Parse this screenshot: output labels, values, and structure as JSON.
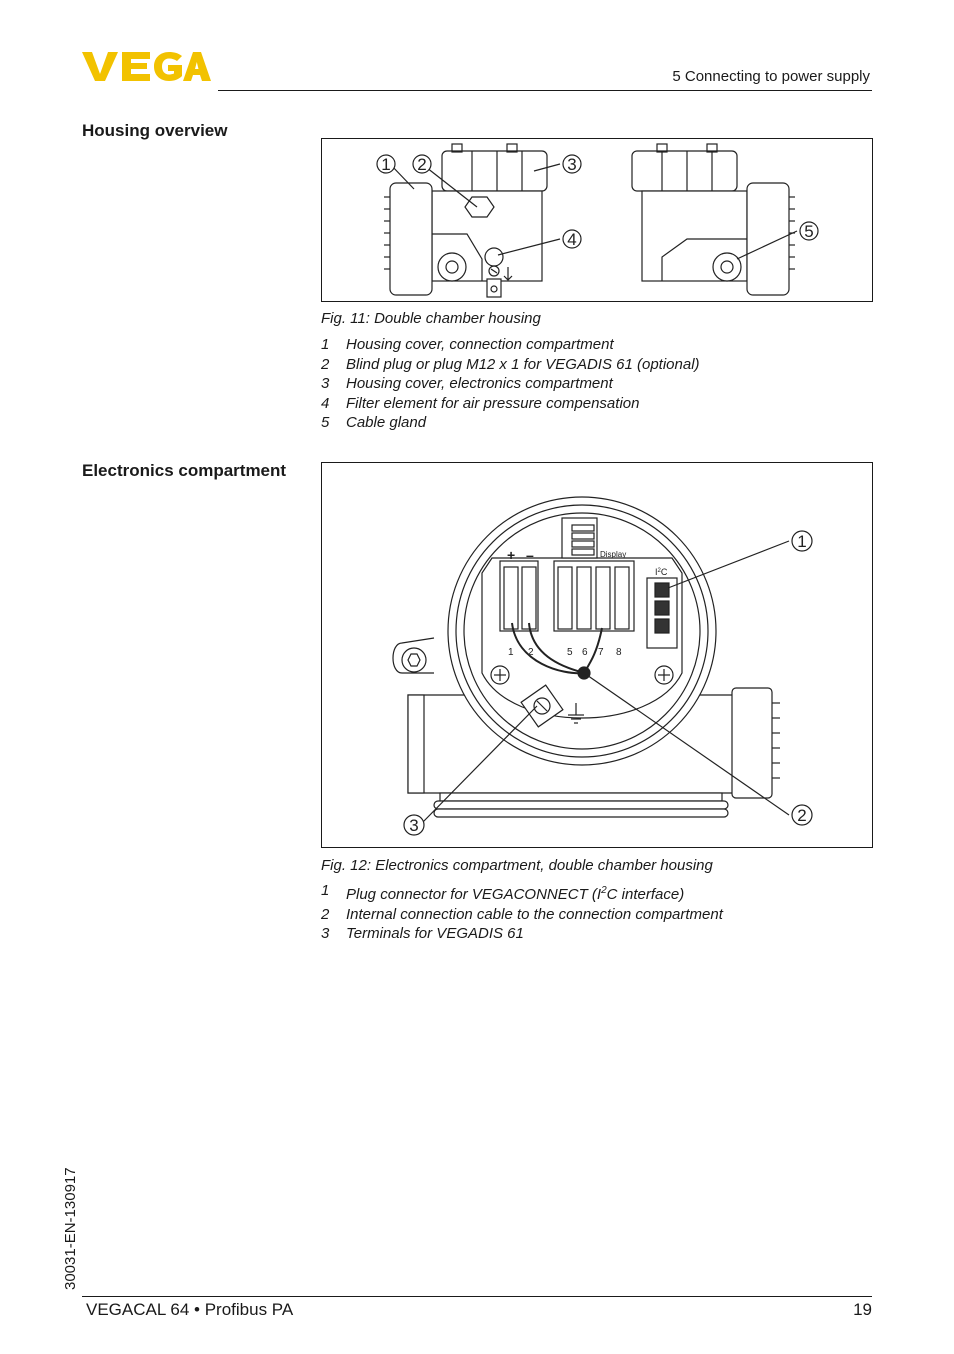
{
  "brand": {
    "logo_text": "VEGA"
  },
  "header": {
    "section": "5 Connecting to power supply"
  },
  "sections": {
    "housing": {
      "heading": "Housing overview"
    },
    "electronics": {
      "heading": "Electronics compartment"
    }
  },
  "figure11": {
    "callouts": [
      "1",
      "2",
      "3",
      "4",
      "5"
    ],
    "caption": "Fig. 11: Double chamber housing",
    "legend": [
      {
        "num": "1",
        "text": "Housing cover, connection compartment"
      },
      {
        "num": "2",
        "text": "Blind plug or plug M12 x 1 for VEGADIS 61 (optional)"
      },
      {
        "num": "3",
        "text": "Housing cover, electronics compartment"
      },
      {
        "num": "4",
        "text": "Filter element for air pressure compensation"
      },
      {
        "num": "5",
        "text": "Cable gland"
      }
    ]
  },
  "figure12": {
    "callouts": [
      "1",
      "2",
      "3"
    ],
    "labels": {
      "plus": "+",
      "minus": "–",
      "display": "Display",
      "i2c_i": "I",
      "i2c_2": "2",
      "i2c_c": "C",
      "terminals": [
        "1",
        "2",
        "5",
        "6",
        "7",
        "8"
      ]
    },
    "caption": "Fig. 12: Electronics compartment, double chamber housing",
    "legend": [
      {
        "num": "1",
        "text_before": "Plug connector for VEGACONNECT (I",
        "sup": "2",
        "text_after": "C interface)"
      },
      {
        "num": "2",
        "text": "Internal connection cable to the connection compartment"
      },
      {
        "num": "3",
        "text": "Terminals for VEGADIS 61"
      }
    ]
  },
  "doc_id": "30031-EN-130917",
  "footer": {
    "product": "VEGACAL 64 • Profibus PA",
    "page": "19"
  },
  "colors": {
    "logo": "#f2c200",
    "text": "#1a1a1a",
    "drawing": "#222222"
  }
}
